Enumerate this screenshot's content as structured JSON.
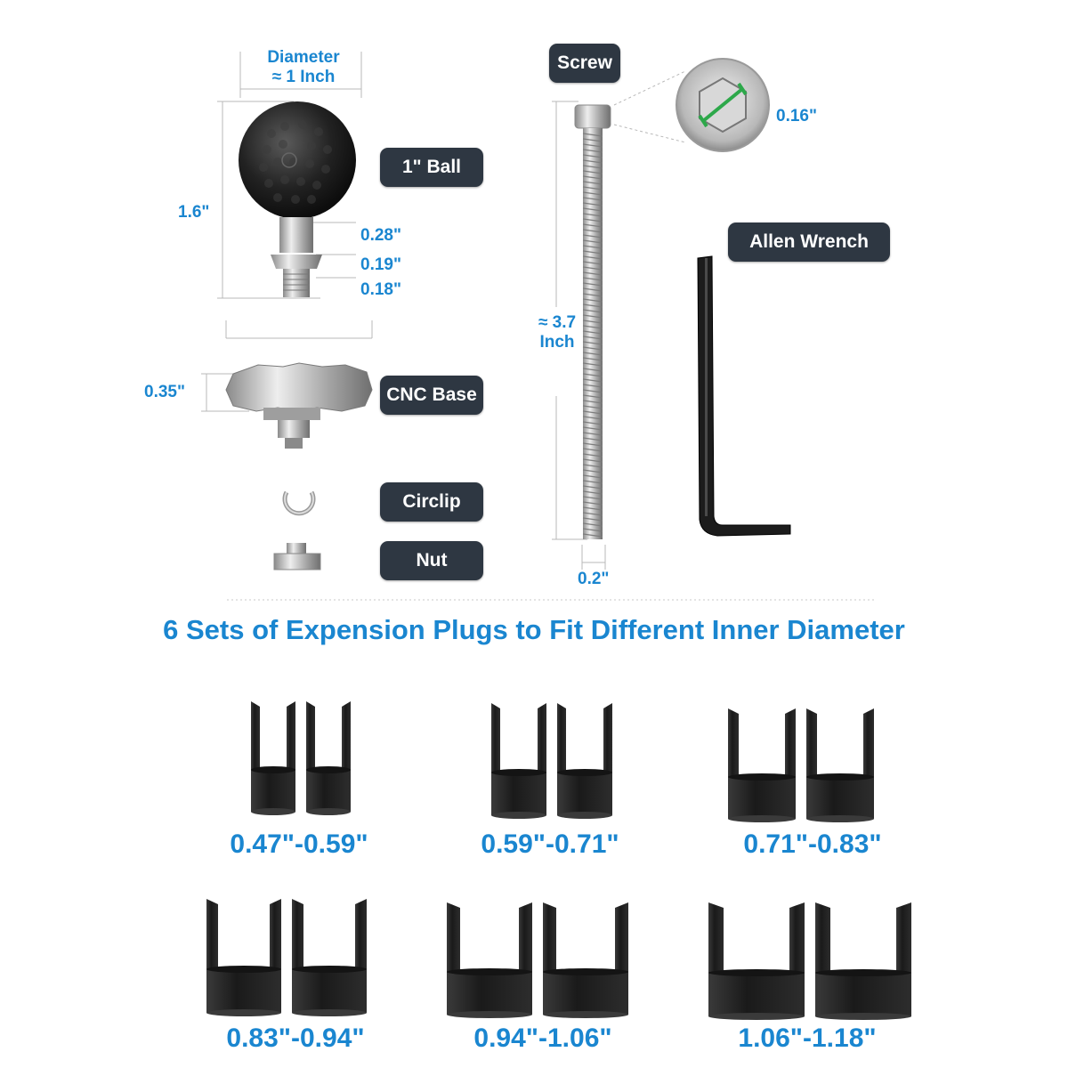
{
  "labels": {
    "ball": "1\" Ball",
    "cnc_base": "CNC Base",
    "circlip": "Circlip",
    "nut": "Nut",
    "screw": "Screw",
    "allen_wrench": "Allen Wrench"
  },
  "dimensions": {
    "diameter_line1": "Diameter",
    "diameter_line2": "≈ 1 Inch",
    "ball_height": "1.6\"",
    "neck_1": "0.28\"",
    "neck_2": "0.19\"",
    "neck_3": "0.18\"",
    "base_height": "0.35\"",
    "screw_head": "0.16\"",
    "screw_length_line1": "≈ 3.7",
    "screw_length_line2": "Inch",
    "screw_width": "0.2\""
  },
  "plugs_heading": "6 Sets of Expension Plugs to Fit Different Inner Diameter",
  "plug_sizes": [
    "0.47\"-0.59\"",
    "0.59\"-0.71\"",
    "0.71\"-0.83\"",
    "0.83\"-0.94\"",
    "0.94\"-1.06\"",
    "1.06\"-1.18\""
  ],
  "colors": {
    "accent_blue": "#1a86d0",
    "label_bg": "#2e3742",
    "highlight_green": "#2da84a"
  }
}
